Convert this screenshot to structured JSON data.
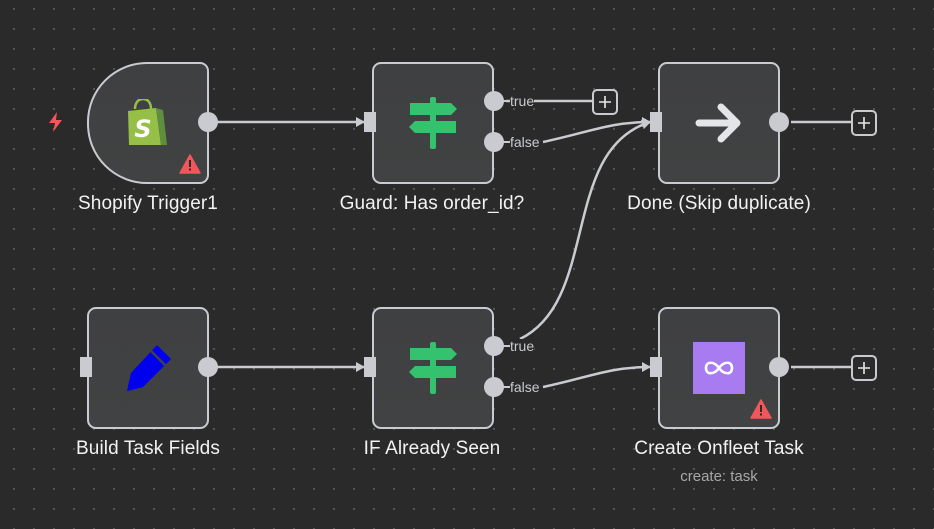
{
  "workflow": {
    "nodes": [
      {
        "id": "shopify",
        "label": "Shopify Trigger1",
        "icon": "shopify-bag-icon",
        "type": "trigger",
        "has_warning": true
      },
      {
        "id": "guard",
        "label": "Guard: Has order_id?",
        "icon": "signpost-icon",
        "type": "if",
        "outputs": [
          "true",
          "false"
        ]
      },
      {
        "id": "done",
        "label": "Done (Skip duplicate)",
        "icon": "arrow-right-icon",
        "type": "noop"
      },
      {
        "id": "build",
        "label": "Build Task Fields",
        "icon": "pencil-icon",
        "type": "set"
      },
      {
        "id": "ifseen",
        "label": "IF Already Seen",
        "icon": "signpost-icon",
        "type": "if",
        "outputs": [
          "true",
          "false"
        ]
      },
      {
        "id": "onfleet",
        "label": "Create Onfleet Task",
        "sublabel": "create: task",
        "icon": "onfleet-infinity-icon",
        "type": "action",
        "has_warning": true
      }
    ],
    "connections": [
      {
        "from": "shopify",
        "to": "guard"
      },
      {
        "from": "guard",
        "port": "false",
        "to": "done"
      },
      {
        "from": "build",
        "to": "ifseen"
      },
      {
        "from": "ifseen",
        "port": "true",
        "to": "done"
      },
      {
        "from": "ifseen",
        "port": "false",
        "to": "onfleet"
      }
    ],
    "port_labels": {
      "true": "true",
      "false": "false"
    }
  },
  "colors": {
    "background": "#2a2a2a",
    "node_fill": "#404142",
    "node_border": "#c9cbd0",
    "if_icon": "#35c26e",
    "pencil": "#0000ee",
    "onfleet": "#a87cf0",
    "warning": "#f0565a",
    "shopify_green": "#95bf47"
  }
}
